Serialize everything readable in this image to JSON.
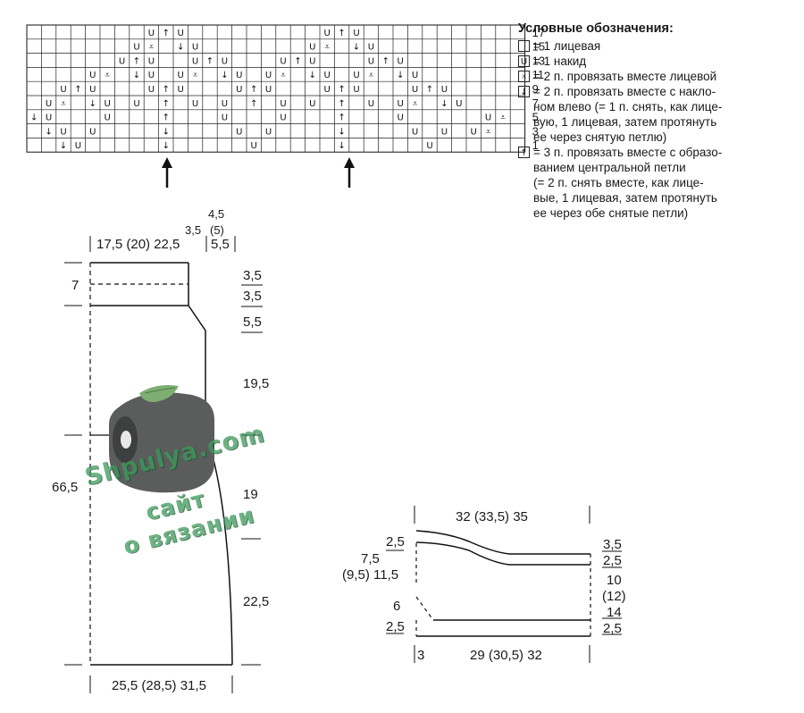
{
  "legend": {
    "title": "Условные обозначения:",
    "items": [
      {
        "icon": "",
        "icon_name": "blank-square-icon",
        "text": "= 1 лицевая"
      },
      {
        "icon": "U",
        "icon_name": "yarn-over-icon",
        "text": "= 1 накид"
      },
      {
        "icon": "⩡",
        "icon_name": "k2tog-icon",
        "text": "= 2 п. провязать вместе лицевой"
      },
      {
        "icon": "↓",
        "icon_name": "ssk-icon",
        "text": "= 2 п. провязать вместе с накло-\nном влево (= 1 п. снять, как лице-\nвую, 1 лицевая, затем протянуть\nее через снятую петлю)"
      },
      {
        "icon": "↑",
        "icon_name": "cdd-icon",
        "text": "= 3 п. провязать вместе с образо-\nванием центральной петли\n(= 2 п. снять вместе, как лице-\nвые, 1 лицевая, затем протянуть\nее через обе снятые петли)"
      }
    ]
  },
  "chart": {
    "row_numbers": [
      "17",
      "15",
      "13",
      "11",
      "9",
      "7",
      "5",
      "3",
      "1"
    ]
  },
  "main_piece": {
    "top_width": "17,5 (20) 22,5",
    "shoulder_a": "3,5",
    "shoulder_b": "4,5",
    "shoulder_c": "(5)",
    "shoulder_d": "5,5",
    "left_height": "7",
    "total_height": "66,5",
    "right_1": "3,5",
    "right_2": "3,5",
    "right_3": "5,5",
    "right_4": "19,5",
    "right_5": "19",
    "right_6": "22,5",
    "bottom_width": "25,5 (28,5) 31,5"
  },
  "sleeve": {
    "top_width": "32 (33,5) 35",
    "left_1": "2,5",
    "left_2": "7,5",
    "left_3": "(9,5) 11,5",
    "left_4": "6",
    "left_5": "2,5",
    "right_1": "3,5",
    "right_2": "2,5",
    "right_3": "10",
    "right_4": "(12)",
    "right_5": "14",
    "right_6": "2,5",
    "bottom_left": "3",
    "bottom_width": "29 (30,5) 32"
  },
  "watermark": {
    "line1": "Shpulya.com",
    "line2": "сайт",
    "line3": "о вязании"
  }
}
